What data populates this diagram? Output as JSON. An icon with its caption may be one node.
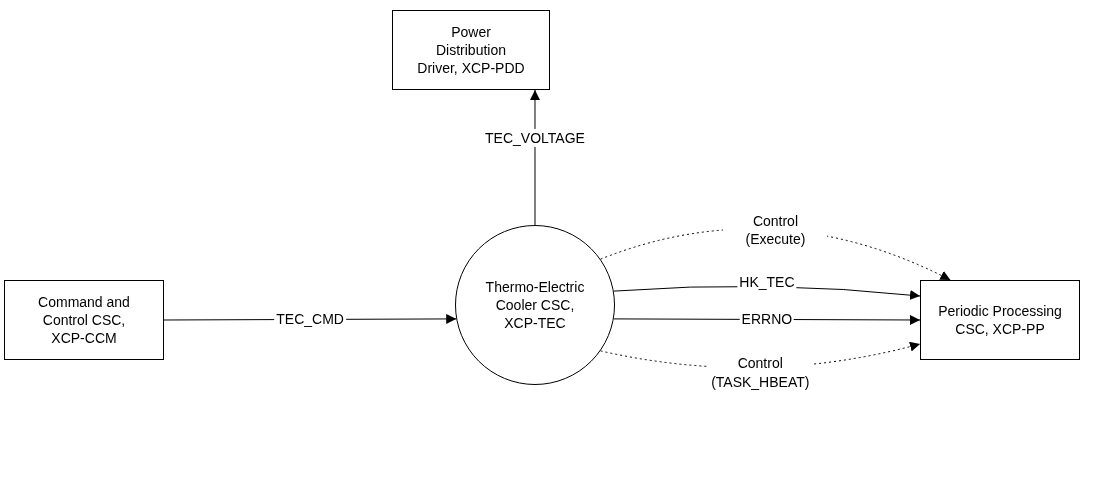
{
  "diagram": {
    "nodes": [
      {
        "text": [
          "Power Distribution Driver, XCP-PDD"
        ]
      },
      {
        "text": [
          "Command and Control CSC, XCP-CCM"
        ]
      },
      {
        "text": [
          "Thermo-Electric Cooler CSC, XCP-TEC"
        ]
      },
      {
        "text": [
          "Periodic Processing CSC, XCP-PP"
        ]
      }
    ],
    "edges": [
      {
        "from": 1,
        "to": 2,
        "arrow": "to",
        "label": "TEC_CMD"
      },
      {
        "from": 2,
        "to": 0,
        "arrow": "to",
        "label": "TEC_VOLTAGE"
      },
      {
        "from": 2,
        "to": 3,
        "arrow": "to",
        "label": "Control (Execute)",
        "style": "dashed"
      },
      {
        "from": 2,
        "to": 3,
        "arrow": "to",
        "label": "HK_TEC"
      },
      {
        "from": 2,
        "to": 3,
        "arrow": "to",
        "label": "ERRNO"
      },
      {
        "from": 2,
        "to": 3,
        "arrow": "to",
        "label": "Control (TASK_HBEAT)",
        "style": "dashed"
      }
    ]
  }
}
